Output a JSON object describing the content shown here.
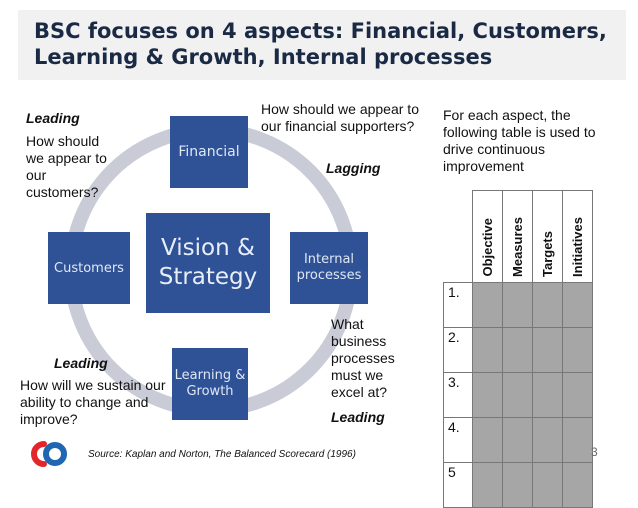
{
  "title": "BSC focuses on 4 aspects: Financial, Customers, Learning & Growth, Internal processes",
  "diagram": {
    "center": "Vision & Strategy",
    "financial": "Financial",
    "customers": "Customers",
    "internal": "Internal processes",
    "learning": "Learning & Growth"
  },
  "notes": {
    "customers_tag": "Leading",
    "customers_q": "How should we appear to our customers?",
    "financial_q": "How should we appear to our financial supporters?",
    "financial_tag": "Lagging",
    "internal_q": "What business processes must we excel at?",
    "internal_tag": "Leading",
    "learning_tag": "Leading",
    "learning_q": "How will we sustain our ability to change and improve?"
  },
  "table_intro": "For each aspect, the following table is used to drive continuous improvement",
  "table": {
    "headers": [
      "Objective",
      "Measures",
      "Targets",
      "Initiatives"
    ],
    "rows": [
      "1.",
      "2.",
      "3.",
      "4.",
      "5"
    ]
  },
  "source": "Source: Kaplan and Norton, The Balanced Scorecard (1996)",
  "page_number": "3",
  "colors": {
    "box": "#2f5196",
    "ring": "#c9ccd6",
    "cell": "#a6a6a6",
    "logo_red": "#e3262a",
    "logo_blue": "#1f66b3"
  }
}
